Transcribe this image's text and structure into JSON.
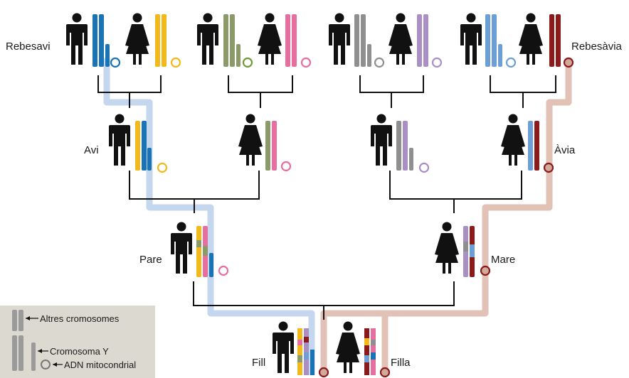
{
  "labels": {
    "great_grandfather": "Rebesavi",
    "great_grandmother": "Rebesàvia",
    "grandfather": "Avi",
    "grandmother": "Àvia",
    "father": "Pare",
    "mother": "Mare",
    "son": "Fill",
    "daughter": "Filla"
  },
  "legend": {
    "other_chromosomes": "Altres cromosomes",
    "y_chromosome": "Cromosoma Y",
    "mitochondrial_dna": "ADN mitocondrial"
  },
  "colors": {
    "ancestor_blue": "#1a73b5",
    "ancestor_yellow": "#f2b91c",
    "ancestor_green": "#8c9a6a",
    "ancestor_pink": "#e66fa0",
    "ancestor_gray": "#8f8f8f",
    "ancestor_purple": "#a98fc4",
    "ancestor_lightblue": "#6b9fd6",
    "ancestor_darkred": "#8c1a1a",
    "y_line_path": "#c5d7ef",
    "mt_line_path": "#e2c2b6",
    "legend_bg": "#dcdad0",
    "person": "#111111"
  }
}
